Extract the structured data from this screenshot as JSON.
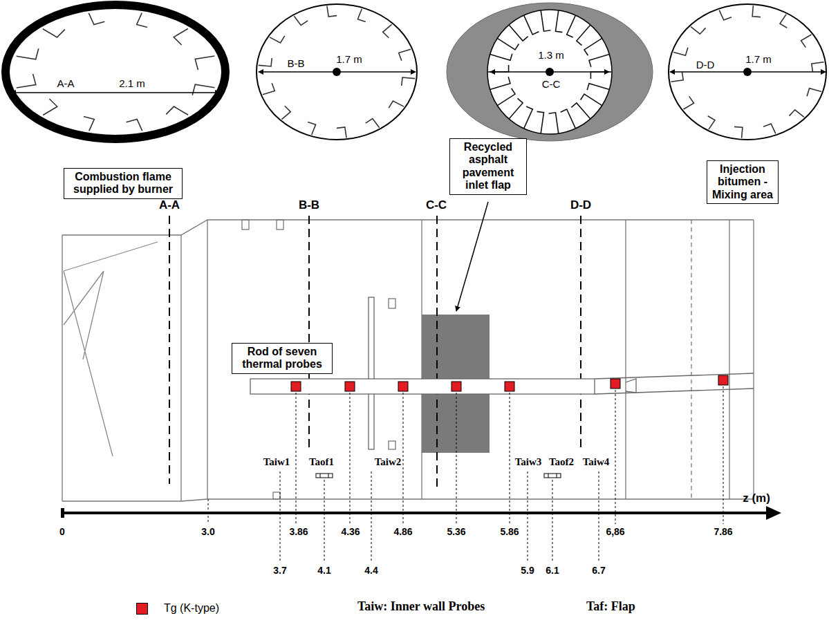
{
  "diagram": {
    "nodes": [
      {
        "text": [
          "A-A",
          "2.1 m"
        ]
      },
      {
        "text": [
          "B-B",
          "1.7 m"
        ]
      },
      {
        "text": [
          "C-C",
          "1.3 m"
        ]
      },
      {
        "text": [
          "D-D",
          "1.7 m"
        ]
      },
      {
        "text": [
          "Combustion flame supplied by burner"
        ]
      },
      {
        "text": [
          "Recycled asphalt pavement inlet flap"
        ]
      },
      {
        "text": [
          "Injection bitumen - Mixing area"
        ]
      },
      {
        "text": [
          "Rod of seven thermal probes"
        ]
      }
    ],
    "labels": [
      "A-A",
      "B-B",
      "C-C",
      "D-D",
      "0",
      "3.0",
      "3.86",
      "4.36",
      "4.86",
      "5.36",
      "5.86",
      "6,86",
      "7.86",
      "3.7",
      "4.1",
      "4.4",
      "5.9",
      "6.1",
      "6.7",
      "z (m)",
      "Taiw1",
      "Taof1",
      "Taiw2",
      "Taiw3",
      "Taof2",
      "Taiw4",
      "Taiw: Inner wall Probes",
      "Taf: Flap"
    ],
    "legend": [
      {
        "text": "Tg (K-type)",
        "color": "#e31b23"
      }
    ]
  }
}
